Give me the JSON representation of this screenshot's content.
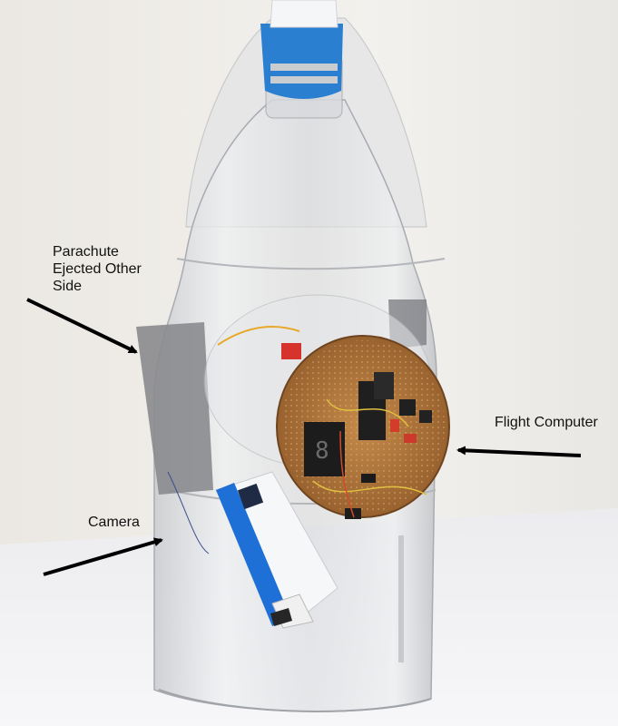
{
  "annotations": {
    "parachute": {
      "lines": [
        "Parachute",
        "Ejected Other",
        "Side"
      ]
    },
    "flight_computer": {
      "label": "Flight Computer"
    },
    "camera": {
      "label": "Camera"
    }
  },
  "colors": {
    "wall": "#f0eeea",
    "floor": "#f4f4f6",
    "plastic": "#dcdde0",
    "cap": "#2b7fd0",
    "tape": "#8a8b8e",
    "pcb": "#b8793e",
    "arrow": "#000000",
    "camera_blue": "#1e6fd6"
  }
}
